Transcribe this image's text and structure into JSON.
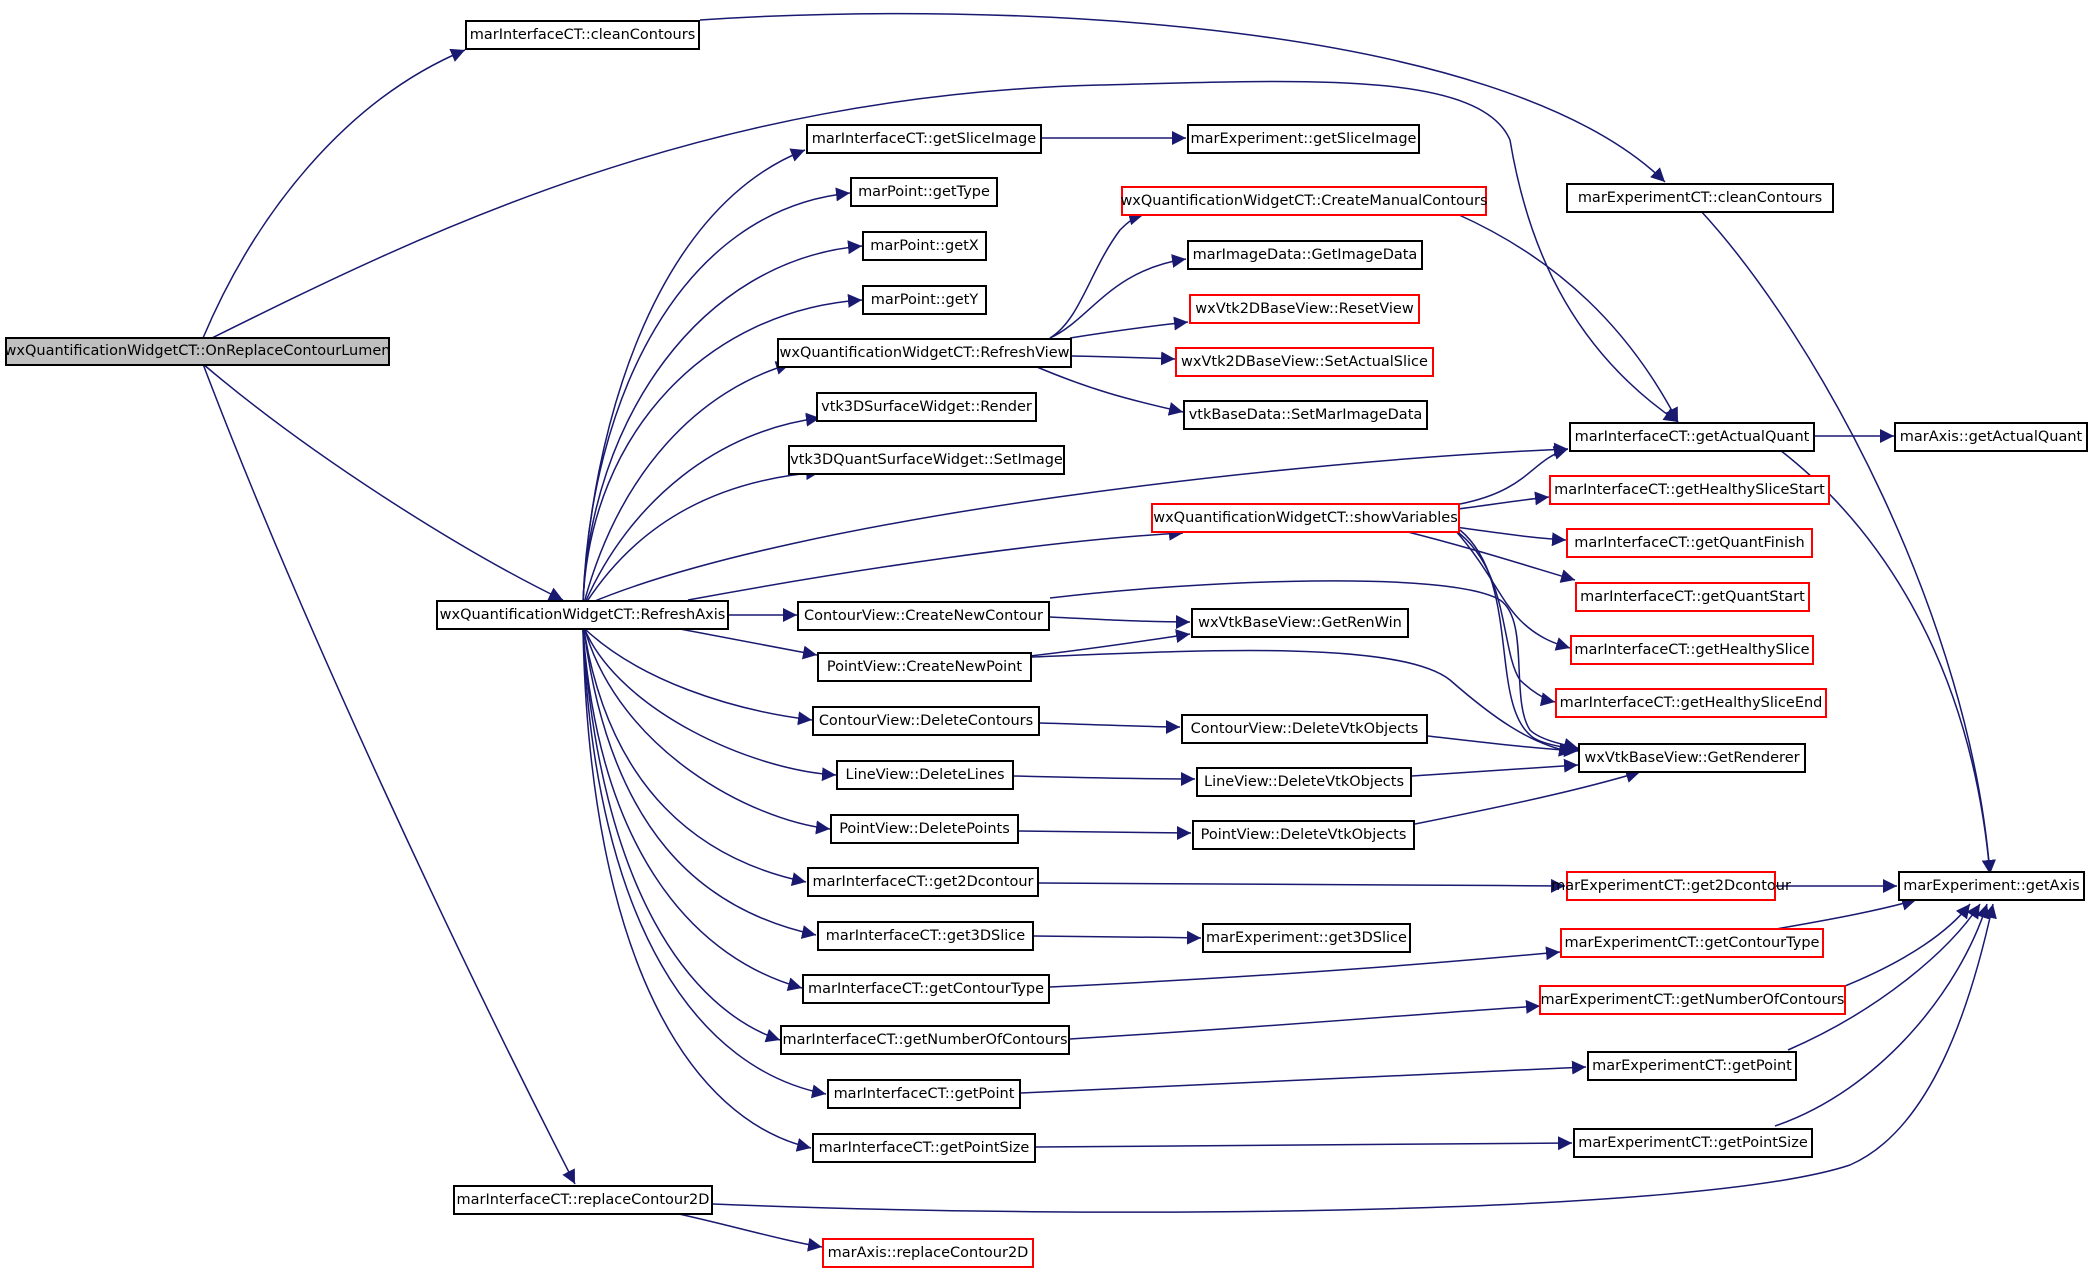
{
  "colors": {
    "edge": "#191970",
    "border": "#000000",
    "border_red": "#ff0000",
    "root_fill": "#bfbfbf"
  },
  "nodes": {
    "onReplace": "wxQuantificationWidgetCT::OnReplaceContourLumen",
    "ifCleanContours": "marInterfaceCT::cleanContours",
    "ifGetSliceImage": "marInterfaceCT::getSliceImage",
    "expGetSliceImage": "marExperiment::getSliceImage",
    "ptGetType": "marPoint::getType",
    "ptGetX": "marPoint::getX",
    "ptGetY": "marPoint::getY",
    "createManualContours": "wxQuantificationWidgetCT::CreateManualContours",
    "getImageData": "marImageData::GetImageData",
    "resetView": "wxVtk2DBaseView::ResetView",
    "setActualSlice": "wxVtk2DBaseView::SetActualSlice",
    "setMarImageData": "vtkBaseData::SetMarImageData",
    "refreshView": "wxQuantificationWidgetCT::RefreshView",
    "surfRender": "vtk3DSurfaceWidget::Render",
    "quantSetImage": "vtk3DQuantSurfaceWidget::SetImage",
    "expCtCleanContours": "marExperimentCT::cleanContours",
    "ifGetActualQuant": "marInterfaceCT::getActualQuant",
    "axisGetActualQuant": "marAxis::getActualQuant",
    "showVariables": "wxQuantificationWidgetCT::showVariables",
    "getHealthySliceStart": "marInterfaceCT::getHealthySliceStart",
    "getQuantFinish": "marInterfaceCT::getQuantFinish",
    "getQuantStart": "marInterfaceCT::getQuantStart",
    "getHealthySlice": "marInterfaceCT::getHealthySlice",
    "getHealthySliceEnd": "marInterfaceCT::getHealthySliceEnd",
    "refreshAxis": "wxQuantificationWidgetCT::RefreshAxis",
    "createNewContour": "ContourView::CreateNewContour",
    "getRenWin": "wxVtkBaseView::GetRenWin",
    "createNewPoint": "PointView::CreateNewPoint",
    "deleteContours": "ContourView::DeleteContours",
    "contourDeleteVtk": "ContourView::DeleteVtkObjects",
    "getRenderer": "wxVtkBaseView::GetRenderer",
    "deleteLines": "LineView::DeleteLines",
    "lineDeleteVtk": "LineView::DeleteVtkObjects",
    "deletePoints": "PointView::DeletePoints",
    "pointDeleteVtk": "PointView::DeleteVtkObjects",
    "ifGet2Dcontour": "marInterfaceCT::get2Dcontour",
    "expCtGet2Dcontour": "marExperimentCT::get2Dcontour",
    "expGetAxis": "marExperiment::getAxis",
    "ifGet3DSlice": "marInterfaceCT::get3DSlice",
    "expGet3DSlice": "marExperiment::get3DSlice",
    "ifGetContourType": "marInterfaceCT::getContourType",
    "expCtGetContourType": "marExperimentCT::getContourType",
    "ifGetNumberOfContours": "marInterfaceCT::getNumberOfContours",
    "expCtGetNumberOfContours": "marExperimentCT::getNumberOfContours",
    "ifGetPoint": "marInterfaceCT::getPoint",
    "expCtGetPoint": "marExperimentCT::getPoint",
    "ifGetPointSize": "marInterfaceCT::getPointSize",
    "expCtGetPointSize": "marExperimentCT::getPointSize",
    "ifReplaceContour2D": "marInterfaceCT::replaceContour2D",
    "axisReplaceContour2D": "marAxis::replaceContour2D"
  }
}
